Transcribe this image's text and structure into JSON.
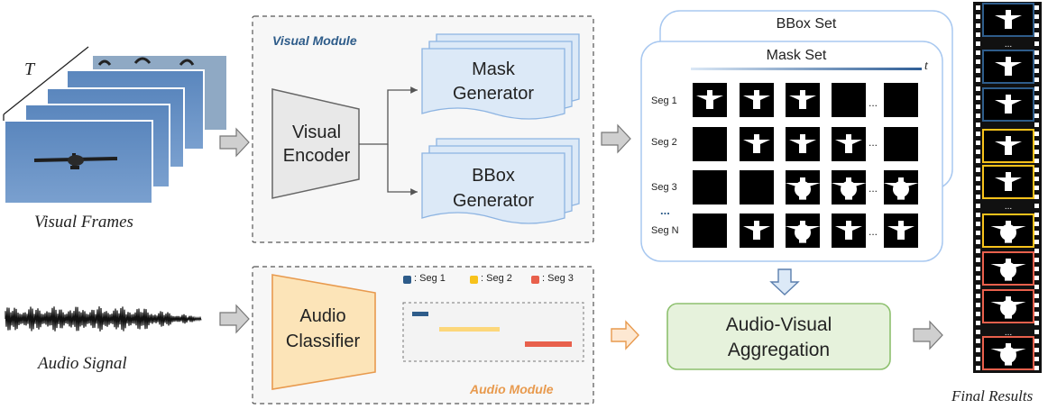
{
  "left": {
    "time_label": "T",
    "frames_caption": "Visual Frames",
    "audio_caption": "Audio Signal"
  },
  "visual_module": {
    "title": "Visual Module",
    "encoder_line1": "Visual",
    "encoder_line2": "Encoder",
    "mask_gen_line1": "Mask",
    "mask_gen_line2": "Generator",
    "bbox_gen_line1": "BBox",
    "bbox_gen_line2": "Generator"
  },
  "audio_module": {
    "title": "Audio Module",
    "classifier_line1": "Audio",
    "classifier_line2": "Classifier",
    "legend": [
      {
        "label": ": Seg 1",
        "color": "#2e5c8a"
      },
      {
        "label": ": Seg 2",
        "color": "#f7c21b"
      },
      {
        "label": ": Seg 3",
        "color": "#e8604c"
      }
    ]
  },
  "sets": {
    "bbox_title": "BBox Set",
    "mask_title": "Mask Set",
    "time_axis": "t",
    "rows": [
      "Seg 1",
      "Seg 2",
      "Seg 3",
      "Seg N"
    ],
    "row_dots": "...",
    "ellipsis": "..."
  },
  "aggregation": {
    "line1": "Audio-Visual",
    "line2": "Aggregation"
  },
  "results": {
    "caption": "Final Results",
    "dots": "..."
  },
  "colors": {
    "module_fill": "#f7f7f7",
    "generator_fill": "#dce9f7",
    "generator_stroke": "#8db4e2",
    "classifier_fill": "#fce4b8",
    "classifier_stroke": "#e89a4e",
    "aggregation_fill": "#e6f2dc",
    "aggregation_stroke": "#8dc06e",
    "set_stroke": "#a8c8f0",
    "seg1": "#2e5c8a",
    "seg2": "#f7c21b",
    "seg3": "#e8604c",
    "audio_module_title": "#e89a4e",
    "visual_module_title": "#2e5c8a"
  }
}
